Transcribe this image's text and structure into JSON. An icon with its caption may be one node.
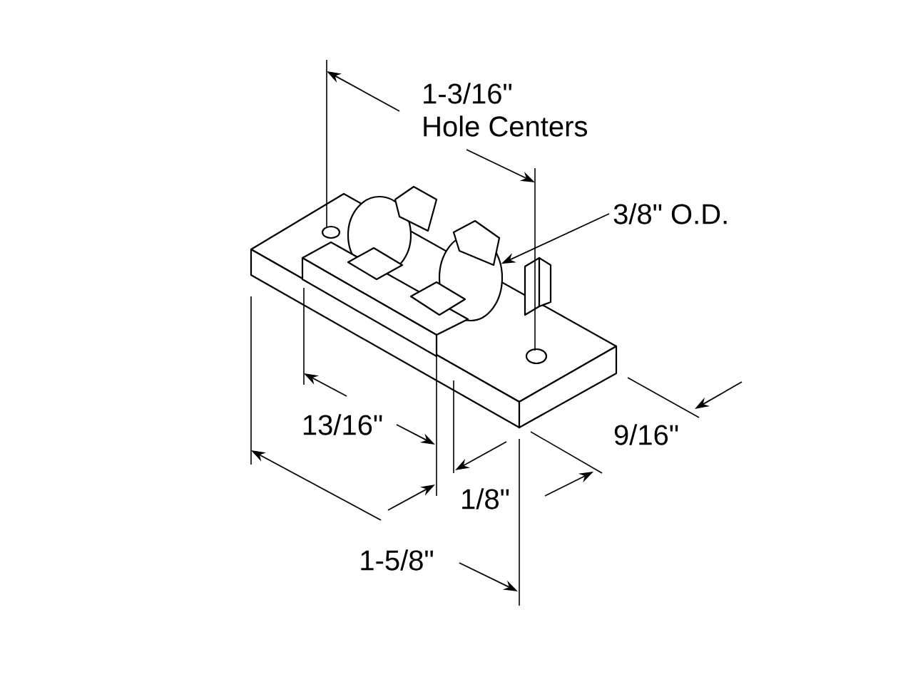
{
  "diagram": {
    "nodes": [
      {
        "text": [
          "3/8\" O.D."
        ]
      },
      {
        "text": [],
        "shape": "circle"
      }
    ],
    "edges": [
      {
        "from": 0,
        "to": 1,
        "arrow": "to"
      }
    ],
    "labels": [
      "1-3/16\" Hole Centers",
      "13/16\"",
      "9/16\"",
      "1/8\"",
      "1-5/8\""
    ]
  }
}
